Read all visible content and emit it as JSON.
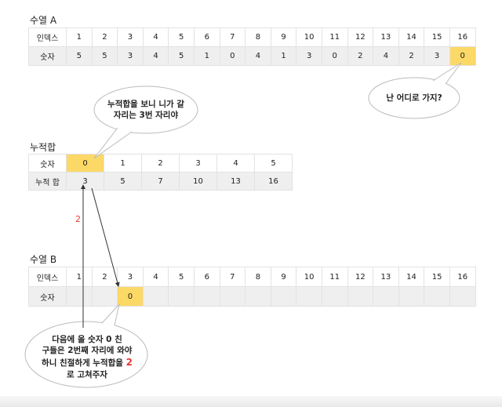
{
  "sectionA": {
    "title": "수열 A",
    "row1": [
      "인덱스",
      "1",
      "2",
      "3",
      "4",
      "5",
      "6",
      "7",
      "8",
      "9",
      "10",
      "11",
      "12",
      "13",
      "14",
      "15",
      "16"
    ],
    "row2": [
      "숫자",
      "5",
      "5",
      "3",
      "4",
      "5",
      "1",
      "0",
      "4",
      "1",
      "3",
      "0",
      "2",
      "4",
      "2",
      "3",
      "0"
    ]
  },
  "sectionSum": {
    "title": "누적합",
    "row1": [
      "숫자",
      "0",
      "1",
      "2",
      "3",
      "4",
      "5"
    ],
    "row2": [
      "누적 합",
      "3",
      "5",
      "7",
      "10",
      "13",
      "16"
    ]
  },
  "sectionB": {
    "title": "수열 B",
    "row1": [
      "인덱스",
      "1",
      "2",
      "3",
      "4",
      "5",
      "6",
      "7",
      "8",
      "9",
      "10",
      "11",
      "12",
      "13",
      "14",
      "15",
      "16"
    ],
    "row2": [
      "숫자",
      "",
      "",
      "0",
      "",
      "",
      "",
      "",
      "",
      "",
      "",
      "",
      "",
      "",
      "",
      "",
      ""
    ]
  },
  "bubbles": {
    "top": {
      "line1": "누적합을 보니 니가 갈",
      "line2": "자리는 3번 자리야"
    },
    "right": {
      "text": "난 어디로 가지?"
    },
    "bottom": {
      "line1": "다음에 올 숫자 0 친",
      "line2": "구들은 2번째 자리에 와야",
      "line3a": "하니 친절하게 누적합을 ",
      "line3b": "2",
      "line4": "로 고쳐주자"
    }
  },
  "arrow_label": "2",
  "colors": {
    "highlight": "#fcd866",
    "accent_red": "#e53935",
    "shade": "#efefef",
    "border": "#e2e2e2"
  }
}
